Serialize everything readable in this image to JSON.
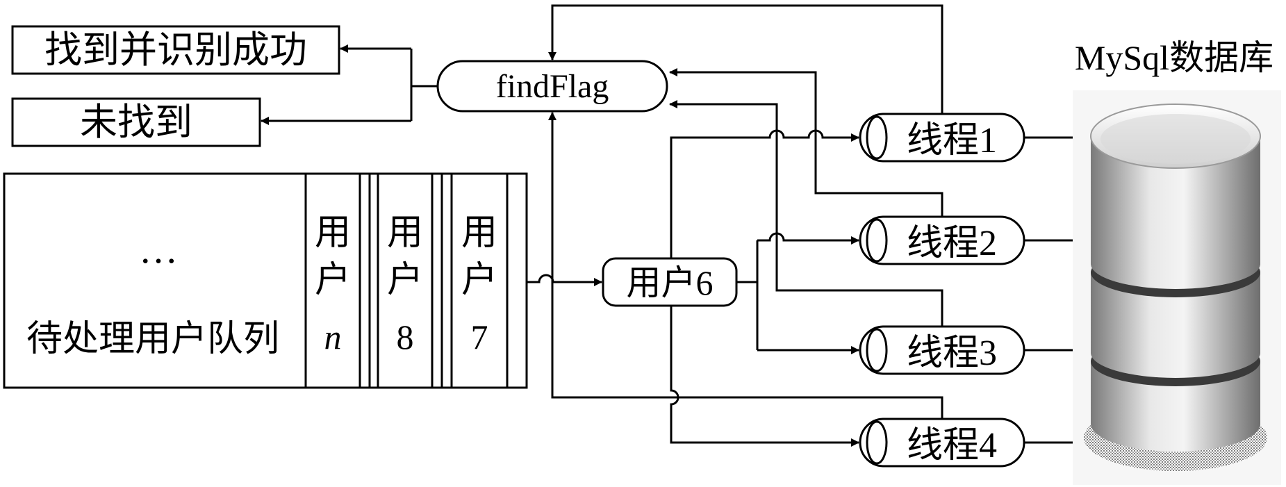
{
  "results": {
    "success": "找到并识别成功",
    "not_found": "未找到"
  },
  "flag": "findFlag",
  "database": {
    "title": "MySql数据库"
  },
  "queue": {
    "ellipsis": "…",
    "label": "待处理用户队列",
    "slots": [
      {
        "line1": "用",
        "line2": "户",
        "id": "n"
      },
      {
        "line1": "用",
        "line2": "户",
        "id": "8"
      },
      {
        "line1": "用",
        "line2": "户",
        "id": "7"
      }
    ]
  },
  "current_user": "用户6",
  "threads": [
    {
      "label": "线程1"
    },
    {
      "label": "线程2"
    },
    {
      "label": "线程3"
    },
    {
      "label": "线程4"
    }
  ],
  "colors": {
    "stroke": "#000000",
    "background": "#ffffff"
  }
}
